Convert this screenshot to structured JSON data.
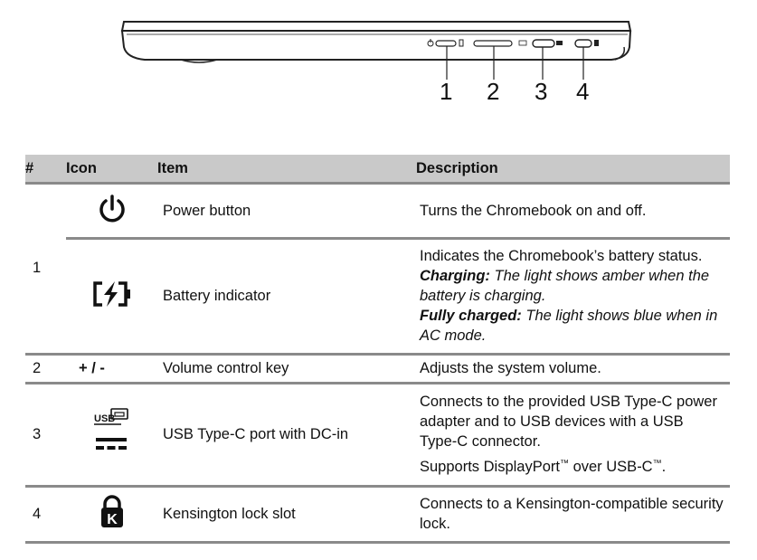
{
  "callouts": [
    "1",
    "2",
    "3",
    "4"
  ],
  "table": {
    "headers": {
      "num": "#",
      "icon": "Icon",
      "item": "Item",
      "desc": "Description"
    },
    "rows": {
      "power": {
        "num": "1",
        "item": "Power button",
        "desc": "Turns the Chromebook on and off."
      },
      "battery": {
        "item": "Battery indicator",
        "desc_line1": "Indicates the Chromebook’s battery status.",
        "charging_label": "Charging:",
        "charging_text": " The light shows amber when the battery is charging.",
        "full_label": "Fully charged:",
        "full_text": " The light shows blue when in AC mode."
      },
      "volume": {
        "num": "2",
        "icon_text": "+ / -",
        "item": "Volume control key",
        "desc": "Adjusts the system volume."
      },
      "usbc": {
        "num": "3",
        "item": "USB Type-C port with DC-in",
        "desc_line1": "Connects to the provided USB Type-C power adapter and to USB devices with a USB Type-C connector.",
        "desc_line2_a": "Supports DisplayPort",
        "tm": "™",
        "desc_line2_b": " over USB-C",
        "desc_line2_c": ".",
        "icon_usb_text": "USB"
      },
      "kensington": {
        "num": "4",
        "item": "Kensington lock slot",
        "desc": "Connects to a Kensington-compatible security lock.",
        "icon_letter": "K"
      }
    }
  }
}
